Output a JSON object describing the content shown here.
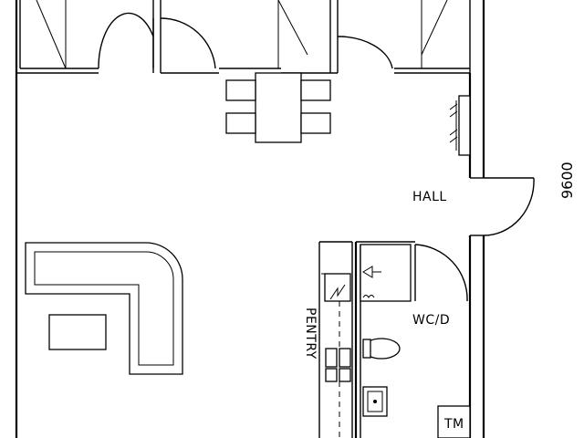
{
  "labels": {
    "hall": "HALL",
    "wc": "WC/D",
    "pantry": "PENTRY",
    "tm": "TM",
    "dimension": "9600"
  }
}
